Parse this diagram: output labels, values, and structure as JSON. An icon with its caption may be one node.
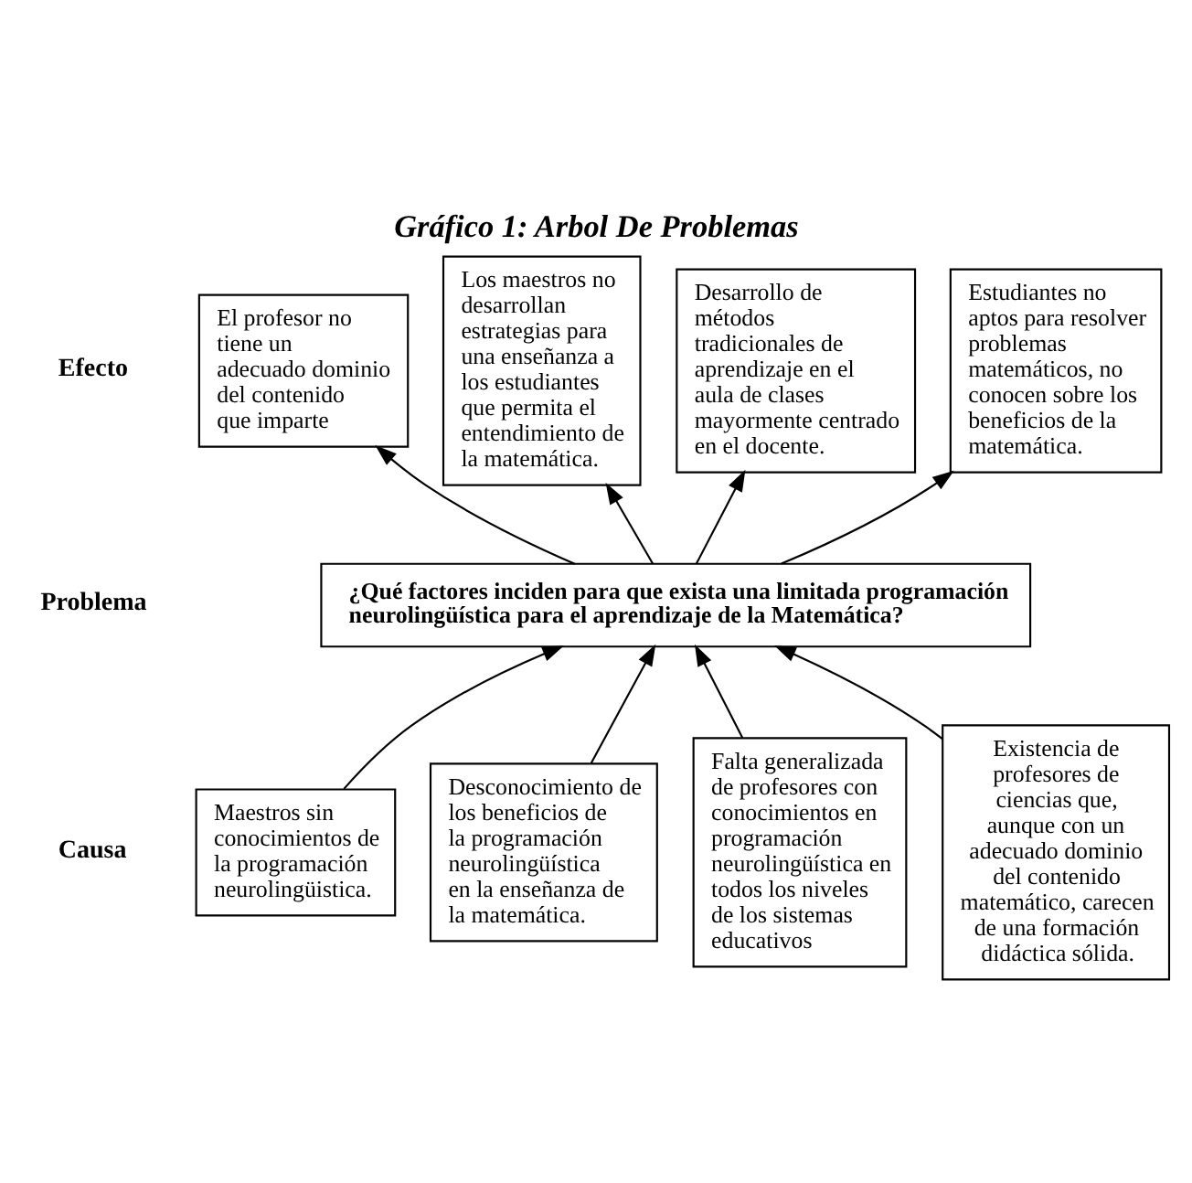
{
  "diagram": {
    "title": "Gráfico 1: Arbol De Problemas",
    "nodes": [
      {
        "text": [
          "El profesor no tiene un adecuado dominio del contenido que imparte"
        ]
      },
      {
        "text": [
          "Los maestros no desarrollan estrategias para una enseñanza a los estudiantes que permita el entendimiento de la matemática."
        ]
      },
      {
        "text": [
          "Desarrollo de métodos tradicionales de aprendizaje en el aula de clases mayormente centrado en el docente."
        ]
      },
      {
        "text": [
          "Estudiantes no aptos para resolver problemas matemáticos, no conocen sobre los beneficios de la matemática."
        ]
      },
      {
        "text": [
          "¿Qué factores inciden para que exista una limitada programación neurolingüística para el aprendizaje de la Matemática?"
        ]
      },
      {
        "text": [
          "Maestros sin conocimientos de la programación neurolingüistica."
        ]
      },
      {
        "text": [
          "Desconocimiento de los beneficios de la programación neurolingüística en la enseñanza de la matemática."
        ]
      },
      {
        "text": [
          "Falta generalizada de profesores con conocimientos en programación neurolingüística en todos los niveles de los sistemas educativos"
        ]
      },
      {
        "text": [
          "Existencia de profesores de ciencias que, aunque con un adecuado dominio del contenido matemático, carecen de una formación didáctica sólida."
        ]
      }
    ],
    "edges": [
      {
        "from": 4,
        "to": 0,
        "arrow": "to"
      },
      {
        "from": 4,
        "to": 1,
        "arrow": "to"
      },
      {
        "from": 4,
        "to": 2,
        "arrow": "to"
      },
      {
        "from": 4,
        "to": 3,
        "arrow": "to"
      },
      {
        "from": 5,
        "to": 4,
        "arrow": "to"
      },
      {
        "from": 6,
        "to": 4,
        "arrow": "to"
      },
      {
        "from": 7,
        "to": 4,
        "arrow": "to"
      },
      {
        "from": 8,
        "to": 4,
        "arrow": "to"
      }
    ],
    "labels": [
      "Efecto",
      "Problema",
      "Causa"
    ]
  }
}
